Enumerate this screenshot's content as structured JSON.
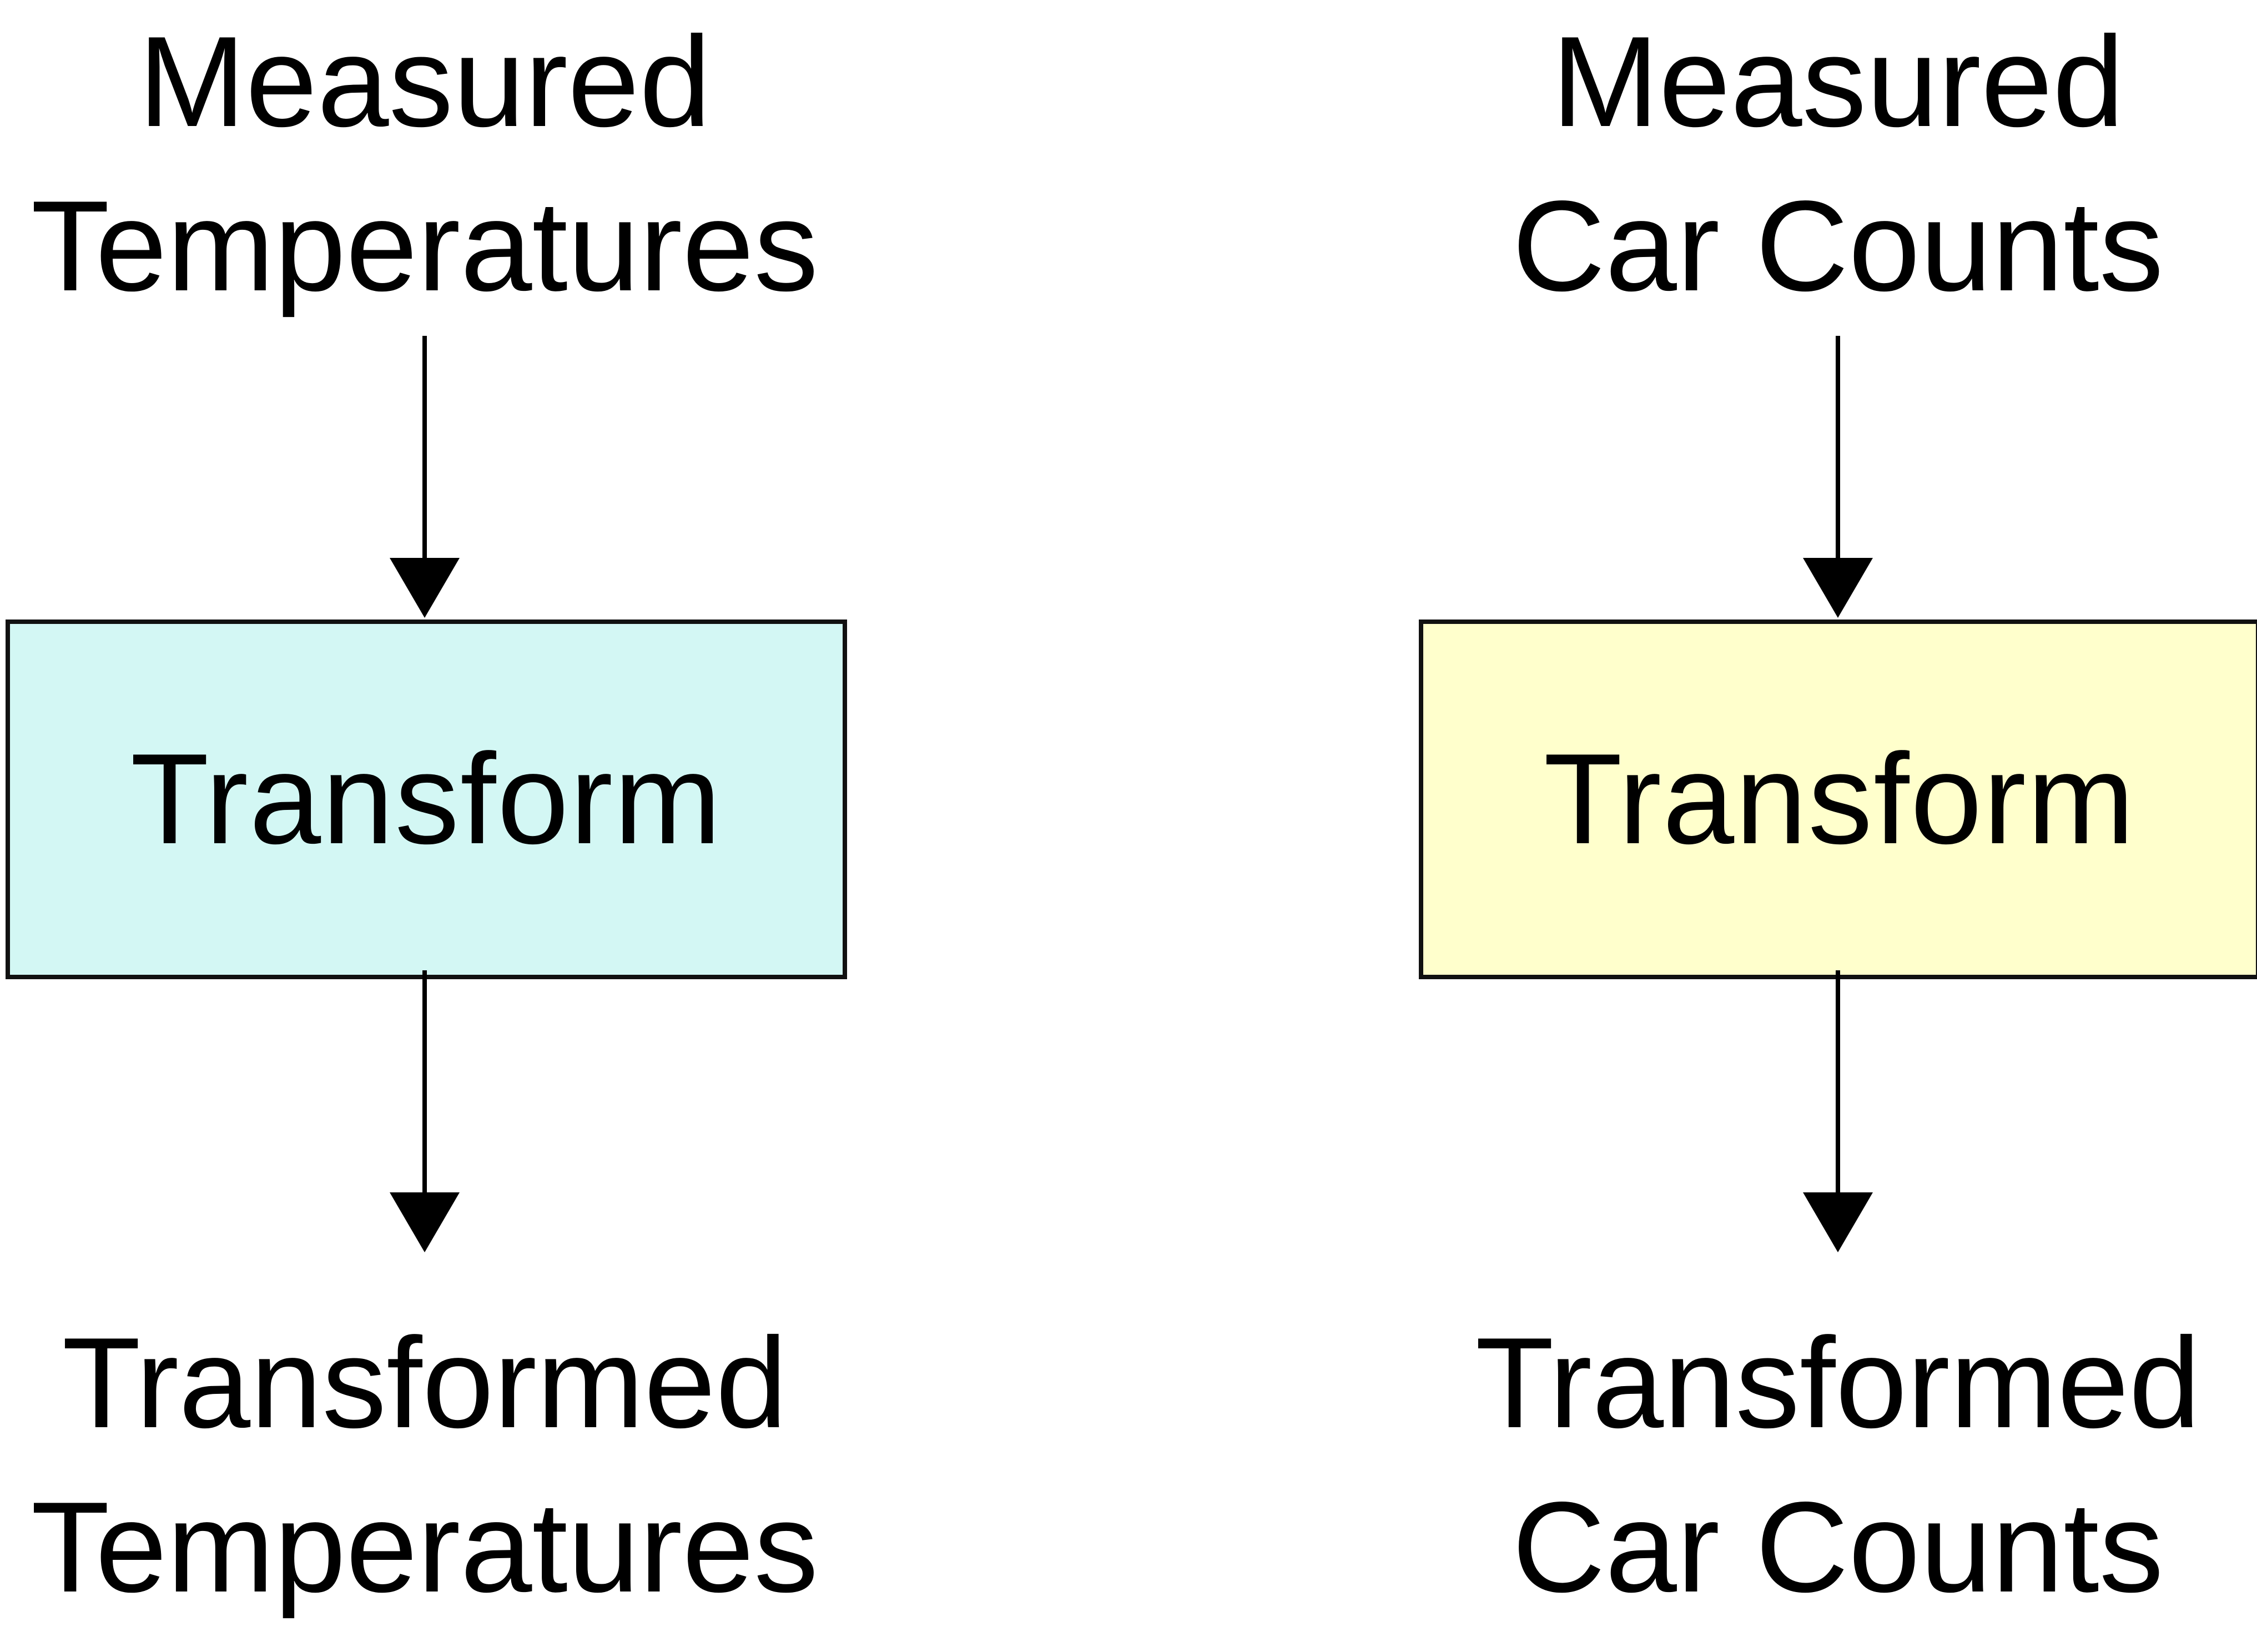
{
  "diagram": {
    "left": {
      "input_lines": [
        "Measured",
        "Temperatures"
      ],
      "process_label": "Transform",
      "output_lines": [
        "Transformed",
        "Temperatures"
      ],
      "box_color": "#d3f7f4"
    },
    "right": {
      "input_lines": [
        "Measured",
        "Car Counts"
      ],
      "process_label": "Transform",
      "output_lines": [
        "Transformed",
        "Car Counts"
      ],
      "box_color": "#ffffcc"
    },
    "arrow_color": "#000000",
    "border_color": "#111111"
  }
}
